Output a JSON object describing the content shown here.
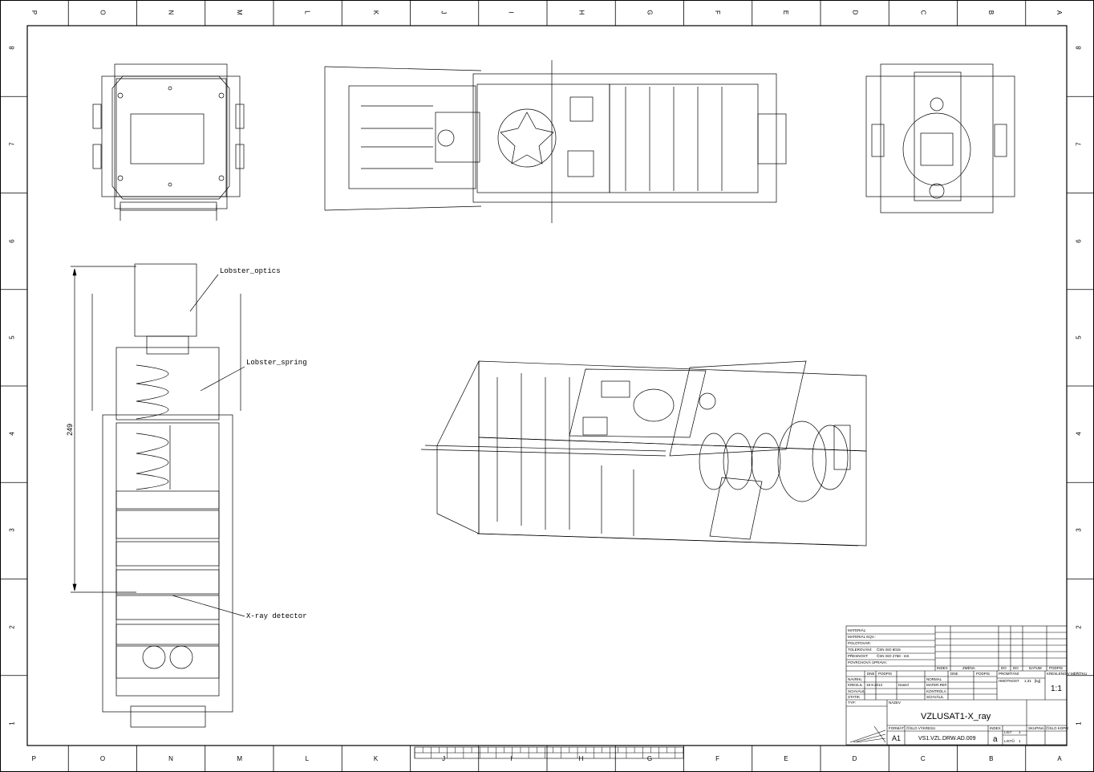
{
  "zones": {
    "columns": [
      "P",
      "O",
      "N",
      "M",
      "L",
      "K",
      "J",
      "I",
      "H",
      "G",
      "F",
      "E",
      "D",
      "C",
      "B",
      "A"
    ],
    "rows": [
      "8",
      "7",
      "6",
      "5",
      "4",
      "3",
      "2",
      "1"
    ]
  },
  "labels": {
    "lobster_optics": "Lobster_optics",
    "lobster_spring": "Lobster_spring",
    "xray_detector": "X-ray detector",
    "dimension": "249"
  },
  "title_block": {
    "material": "MATERIÁL:",
    "material_eqv": "MATERIÁL EQV.:",
    "semi": "POLOTOVAR:",
    "tolerance_label": "TOLEROVÁNÍ:",
    "tolerance_value": "ČSN ISO 8015",
    "accuracy_label": "PŘESNOST:",
    "accuracy_value": "ČSN ISO 2768 - mK",
    "surface": "POVRCHOVÁ ÚPRAVA:",
    "index": "INDEX",
    "change": "ZMĚNA",
    "do": "DO",
    "date": "DATUM",
    "sign": "PODPIS",
    "datum": "DNE",
    "podpis": "PODPIS",
    "projection": "PROMÍTÁNÍ",
    "scale_label": "KRESLENO V MĚŘÍTKU",
    "mass_label": "HMOTNOST",
    "mass_value": "1,31",
    "mass_unit": "[kg]",
    "scale": "1:1",
    "designed": "NAVRHL",
    "drawn": "KRESLIL",
    "drawn_date": "19.9.2013",
    "drawn_name": "Daniel",
    "approved": "SCHVÁLIL",
    "static": "STATIK",
    "normal": "NORMAL",
    "mater_ref": "MATER.REF.",
    "control": "KONTROLA",
    "approve2": "SCHVÁLIL",
    "type": "TYP:",
    "name_label": "NÁZEV",
    "name": "VZLUSAT1-X_ray",
    "format_label": "FORMÁT",
    "format": "A1",
    "drawing_no_label": "ČÍSLO VÝKRESU",
    "drawing_no": "VS1.VZL.DRW.AD.009",
    "index2": "INDEX",
    "index_value": "a",
    "sheet": "LIST",
    "sheet_value": "1",
    "sheets": "LISTŮ",
    "sheets_value": "1",
    "group": "SKUPINA",
    "copy_no": "ČÍSLO KOPIE"
  }
}
